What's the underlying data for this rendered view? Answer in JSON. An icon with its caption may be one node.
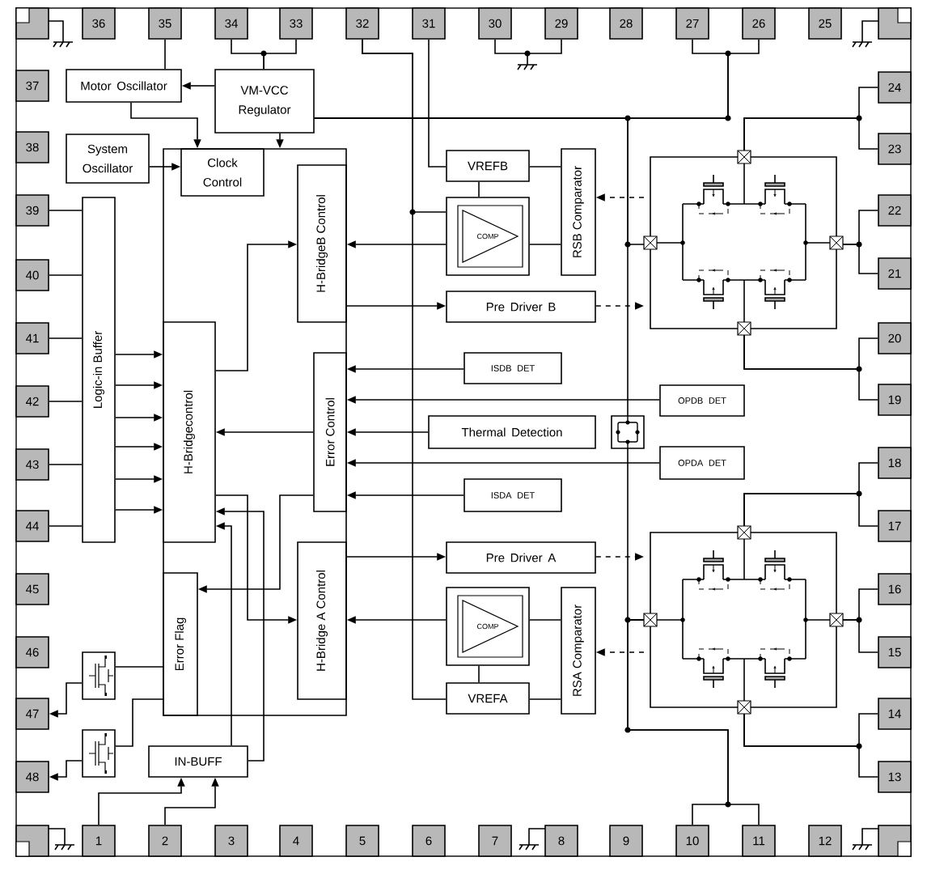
{
  "diagram": {
    "nodes": [
      {
        "text": [
          "1"
        ]
      },
      {
        "text": [
          "2"
        ]
      },
      {
        "text": [
          "3"
        ]
      },
      {
        "text": [
          "4"
        ]
      },
      {
        "text": [
          "5"
        ]
      },
      {
        "text": [
          "6"
        ]
      },
      {
        "text": [
          "7"
        ]
      },
      {
        "text": [
          "8"
        ]
      },
      {
        "text": [
          "9"
        ]
      },
      {
        "text": [
          "10"
        ]
      },
      {
        "text": [
          "11"
        ]
      },
      {
        "text": [
          "12"
        ]
      },
      {
        "text": [
          "13"
        ]
      },
      {
        "text": [
          "14"
        ]
      },
      {
        "text": [
          "15"
        ]
      },
      {
        "text": [
          "16"
        ]
      },
      {
        "text": [
          "17"
        ]
      },
      {
        "text": [
          "18"
        ]
      },
      {
        "text": [
          "19"
        ]
      },
      {
        "text": [
          "20"
        ]
      },
      {
        "text": [
          "21"
        ]
      },
      {
        "text": [
          "22"
        ]
      },
      {
        "text": [
          "23"
        ]
      },
      {
        "text": [
          "24"
        ]
      },
      {
        "text": [
          "25"
        ]
      },
      {
        "text": [
          "26"
        ]
      },
      {
        "text": [
          "27"
        ]
      },
      {
        "text": [
          "28"
        ]
      },
      {
        "text": [
          "29"
        ]
      },
      {
        "text": [
          "30"
        ]
      },
      {
        "text": [
          "31"
        ]
      },
      {
        "text": [
          "32"
        ]
      },
      {
        "text": [
          "33"
        ]
      },
      {
        "text": [
          "34"
        ]
      },
      {
        "text": [
          "35"
        ]
      },
      {
        "text": [
          "36"
        ]
      },
      {
        "text": [
          "37"
        ]
      },
      {
        "text": [
          "38"
        ]
      },
      {
        "text": [
          "39"
        ]
      },
      {
        "text": [
          "40"
        ]
      },
      {
        "text": [
          "41"
        ]
      },
      {
        "text": [
          "42"
        ]
      },
      {
        "text": [
          "43"
        ]
      },
      {
        "text": [
          "44"
        ]
      },
      {
        "text": [
          "45"
        ]
      },
      {
        "text": [
          "46"
        ]
      },
      {
        "text": [
          "47"
        ]
      },
      {
        "text": [
          "48"
        ]
      },
      {
        "text": [
          "Motor Oscillator"
        ]
      },
      {
        "text": [
          "VM-VCC Regulator"
        ]
      },
      {
        "text": [
          "System Oscillator"
        ]
      },
      {
        "text": [],
        "shape": "box"
      },
      {
        "text": [
          "Clock Control"
        ],
        "in": 51
      },
      {
        "text": [
          "Logic-in Buffer"
        ]
      },
      {
        "text": [
          "H-BridgeB Control"
        ],
        "in": 51
      },
      {
        "text": [
          "H-Bridgecontrol"
        ],
        "in": 51
      },
      {
        "text": [
          "Error Control"
        ],
        "in": 51
      },
      {
        "text": [
          "H-Bridge A Control"
        ],
        "in": 51
      },
      {
        "text": [
          "Error Flag"
        ],
        "in": 51
      },
      {
        "text": [
          "IN-BUFF"
        ]
      },
      {
        "text": [
          "VREFB"
        ]
      },
      {
        "text": [
          "COMP"
        ]
      },
      {
        "text": [
          "RSB Comparator"
        ]
      },
      {
        "text": [
          "Pre Driver B"
        ]
      },
      {
        "text": [],
        "shape": "box"
      },
      {
        "text": [
          "ISDB DET"
        ]
      },
      {
        "text": [
          "OPDB DET"
        ]
      },
      {
        "text": [
          "Thermal Detection"
        ]
      },
      {
        "text": [
          "OPDA DET"
        ]
      },
      {
        "text": [
          "ISDA DET"
        ]
      },
      {
        "text": [
          "Pre Driver A"
        ]
      },
      {
        "text": [
          "COMP"
        ]
      },
      {
        "text": [
          "RSA Comparator"
        ]
      },
      {
        "text": [
          "VREFA"
        ]
      },
      {
        "text": [],
        "shape": "box"
      },
      {
        "text": [],
        "shape": "box"
      },
      {
        "text": [],
        "shape": "box"
      },
      {
        "text": [],
        "shape": "box"
      },
      {
        "text": [],
        "shape": "box"
      },
      {
        "text": [],
        "shape": "box"
      },
      {
        "text": [],
        "shape": "box"
      }
    ],
    "edges": [
      {
        "from": 33,
        "to": 49,
        "arrow": "none"
      },
      {
        "from": 32,
        "to": 49,
        "arrow": "none"
      },
      {
        "from": 34,
        "to": 48,
        "arrow": "none"
      },
      {
        "from": 49,
        "to": 48,
        "arrow": "to"
      },
      {
        "from": 48,
        "to": 52,
        "arrow": "to"
      },
      {
        "from": 49,
        "to": 51,
        "arrow": "to"
      },
      {
        "from": 50,
        "to": 52,
        "arrow": "to"
      },
      {
        "from": 26,
        "to": 49,
        "arrow": "none"
      },
      {
        "from": 25,
        "to": 49,
        "arrow": "none"
      },
      {
        "from": 64,
        "to": 49,
        "arrow": "none"
      },
      {
        "from": 74,
        "to": 49,
        "arrow": "none"
      },
      {
        "from": 74,
        "to": 9,
        "arrow": "none"
      },
      {
        "from": 74,
        "to": 10,
        "arrow": "none"
      },
      {
        "from": 30,
        "to": 60,
        "arrow": "none"
      },
      {
        "from": 31,
        "to": 73,
        "arrow": "none"
      },
      {
        "from": 31,
        "to": 61,
        "arrow": "none"
      },
      {
        "from": 60,
        "to": 61,
        "arrow": "none"
      },
      {
        "from": 60,
        "to": 62,
        "arrow": "none"
      },
      {
        "from": 61,
        "to": 62,
        "arrow": "none"
      },
      {
        "from": 61,
        "to": 54,
        "arrow": "to"
      },
      {
        "from": 64,
        "to": 62,
        "arrow": "to",
        "style": "dashed"
      },
      {
        "from": 54,
        "to": 63,
        "arrow": "to"
      },
      {
        "from": 63,
        "to": 64,
        "arrow": "to",
        "style": "dashed"
      },
      {
        "from": 55,
        "to": 54,
        "arrow": "to"
      },
      {
        "from": 53,
        "to": 55,
        "arrow": "to"
      },
      {
        "from": 53,
        "to": 55,
        "arrow": "to"
      },
      {
        "from": 53,
        "to": 55,
        "arrow": "to"
      },
      {
        "from": 53,
        "to": 55,
        "arrow": "to"
      },
      {
        "from": 53,
        "to": 55,
        "arrow": "to"
      },
      {
        "from": 53,
        "to": 55,
        "arrow": "to"
      },
      {
        "from": 38,
        "to": 53,
        "arrow": "none"
      },
      {
        "from": 39,
        "to": 53,
        "arrow": "none"
      },
      {
        "from": 40,
        "to": 53,
        "arrow": "none"
      },
      {
        "from": 41,
        "to": 53,
        "arrow": "none"
      },
      {
        "from": 42,
        "to": 53,
        "arrow": "none"
      },
      {
        "from": 43,
        "to": 53,
        "arrow": "none"
      },
      {
        "from": 56,
        "to": 55,
        "arrow": "to"
      },
      {
        "from": 65,
        "to": 56,
        "arrow": "to"
      },
      {
        "from": 66,
        "to": 56,
        "arrow": "to"
      },
      {
        "from": 67,
        "to": 56,
        "arrow": "to"
      },
      {
        "from": 68,
        "to": 56,
        "arrow": "to"
      },
      {
        "from": 69,
        "to": 56,
        "arrow": "to"
      },
      {
        "from": 56,
        "to": 58,
        "arrow": "to"
      },
      {
        "from": 55,
        "to": 57,
        "arrow": "to"
      },
      {
        "from": 59,
        "to": 55,
        "arrow": "to"
      },
      {
        "from": 59,
        "to": 55,
        "arrow": "to"
      },
      {
        "from": 0,
        "to": 59,
        "arrow": "to"
      },
      {
        "from": 1,
        "to": 59,
        "arrow": "to"
      },
      {
        "from": 57,
        "to": 70,
        "arrow": "to"
      },
      {
        "from": 70,
        "to": 74,
        "arrow": "to",
        "style": "dashed"
      },
      {
        "from": 71,
        "to": 57,
        "arrow": "to"
      },
      {
        "from": 74,
        "to": 72,
        "arrow": "to",
        "style": "dashed"
      },
      {
        "from": 71,
        "to": 72,
        "arrow": "none"
      },
      {
        "from": 73,
        "to": 72,
        "arrow": "none"
      },
      {
        "from": 73,
        "to": 71,
        "arrow": "none"
      },
      {
        "from": 58,
        "to": 75,
        "arrow": "none"
      },
      {
        "from": 58,
        "to": 76,
        "arrow": "none"
      },
      {
        "from": 75,
        "to": 46,
        "arrow": "to"
      },
      {
        "from": 76,
        "to": 47,
        "arrow": "to"
      },
      {
        "from": 64,
        "to": 23,
        "arrow": "none"
      },
      {
        "from": 64,
        "to": 22,
        "arrow": "none"
      },
      {
        "from": 64,
        "to": 21,
        "arrow": "none"
      },
      {
        "from": 64,
        "to": 20,
        "arrow": "none"
      },
      {
        "from": 64,
        "to": 19,
        "arrow": "none"
      },
      {
        "from": 64,
        "to": 18,
        "arrow": "none"
      },
      {
        "from": 74,
        "to": 17,
        "arrow": "none"
      },
      {
        "from": 74,
        "to": 16,
        "arrow": "none"
      },
      {
        "from": 74,
        "to": 15,
        "arrow": "none"
      },
      {
        "from": 74,
        "to": 14,
        "arrow": "none"
      },
      {
        "from": 74,
        "to": 13,
        "arrow": "none"
      },
      {
        "from": 74,
        "to": 12,
        "arrow": "none"
      },
      {
        "from": 29,
        "to": 28,
        "arrow": "none"
      }
    ]
  }
}
